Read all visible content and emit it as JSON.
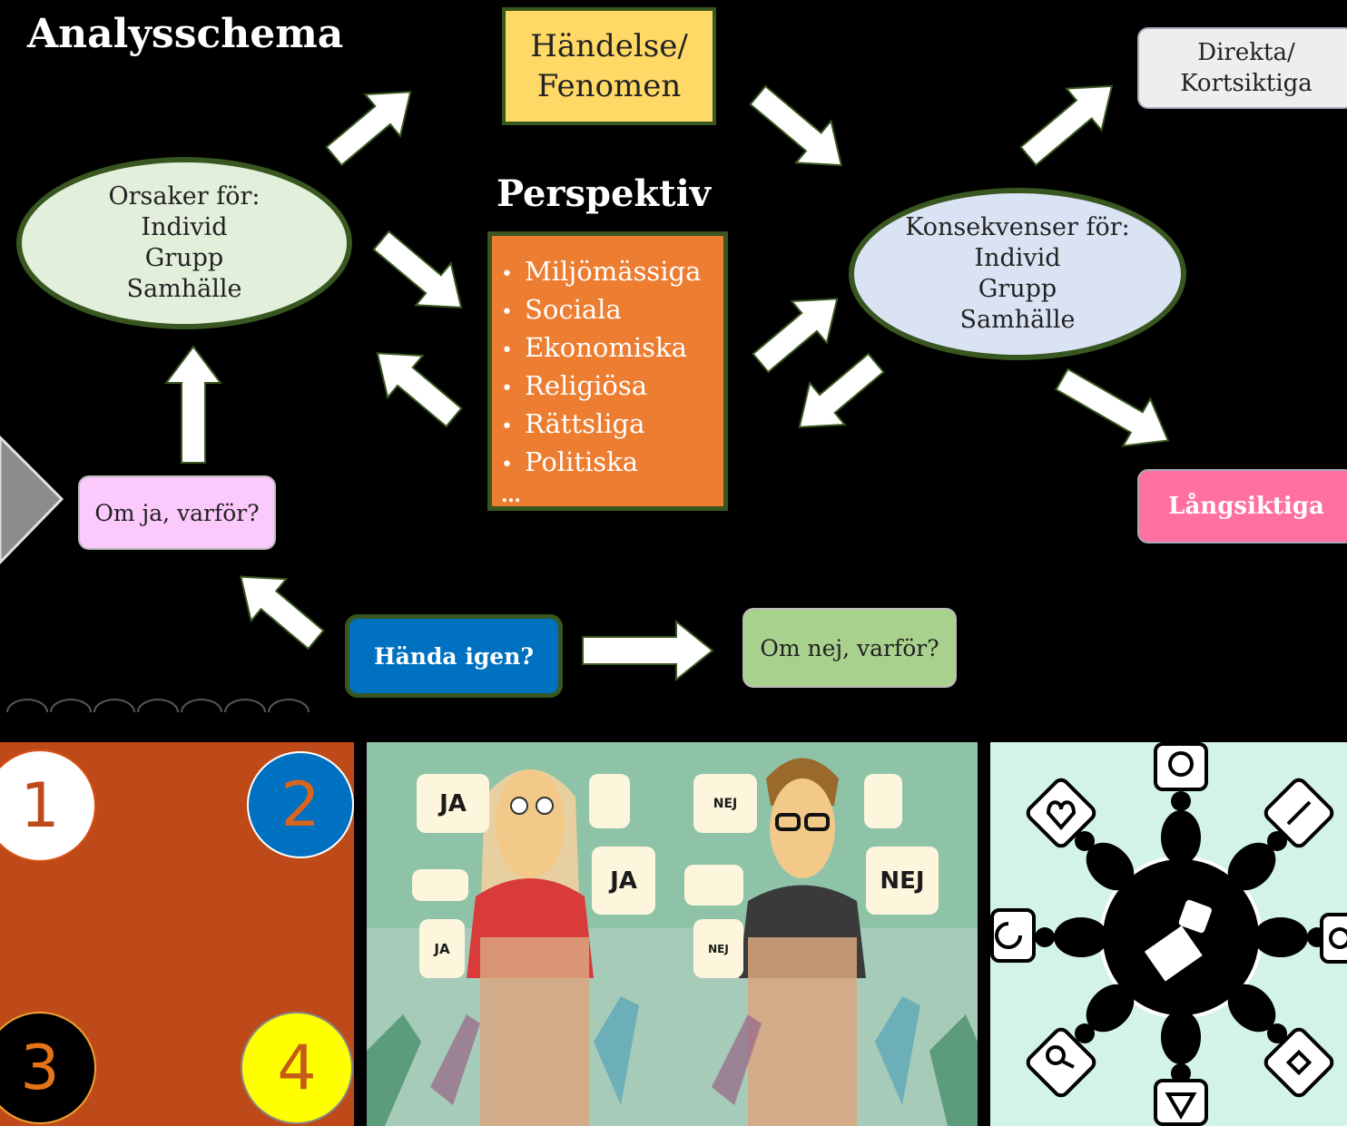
{
  "title": "Analysschema",
  "event": {
    "line1": "Händelse/",
    "line2": "Fenomen"
  },
  "perspectives": {
    "title": "Perspektiv",
    "items": [
      "Miljömässiga",
      "Sociala",
      "Ekonomiska",
      "Religiösa",
      "Rättsliga",
      "Politiska"
    ],
    "more": "…"
  },
  "causes": {
    "label": "Orsaker för:",
    "l1": "Individ",
    "l2": "Grupp",
    "l3": "Samhälle"
  },
  "consequences": {
    "label": "Konsekvenser för:",
    "l1": "Individ",
    "l2": "Grupp",
    "l3": "Samhälle"
  },
  "direct": {
    "line1": "Direkta/",
    "line2": "Kortsiktiga"
  },
  "longterm": "Långsiktiga",
  "if_yes": "Om ja, varför?",
  "happen_again": "Hända igen?",
  "if_no": "Om nej, varför?",
  "numbers": [
    "1",
    "2",
    "3",
    "4"
  ],
  "debate_bubbles": {
    "ja": "JA",
    "nej": "NEJ"
  },
  "colors": {
    "arrow": "#ffffff",
    "arrow_outline": "#38561f",
    "event": "#ffd966",
    "perspective_box": "#ed7d31"
  },
  "icons": [
    "lightbulb-icon",
    "notebook-icon",
    "clock-icon",
    "calculator-icon",
    "warning-icon",
    "search-icon",
    "refresh-icon",
    "heart-icon",
    "chart-icon",
    "speech-icon"
  ]
}
